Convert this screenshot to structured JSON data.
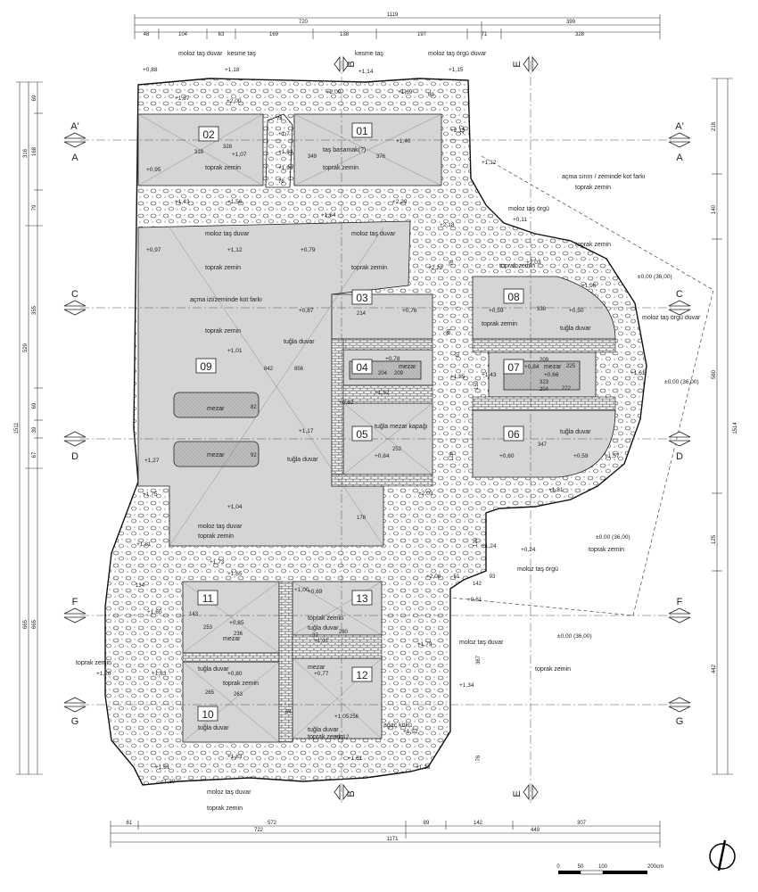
{
  "top_dims": {
    "overall": "1119",
    "left_total": "720",
    "right_total": "399",
    "segments": [
      "48",
      "104",
      "63",
      "169",
      "138",
      "197",
      "71",
      "328"
    ]
  },
  "bottom_dims": {
    "overall": "1171",
    "left_total": "722",
    "right_total": "449",
    "segments": [
      "61",
      "572",
      "89",
      "142",
      "307"
    ]
  },
  "left_dims": {
    "overall": "1511",
    "group_a": "316",
    "group_b": "529",
    "group_c": "665",
    "segments": [
      "69",
      "168",
      "79",
      "355",
      "69",
      "39",
      "67",
      "665"
    ]
  },
  "right_dims": {
    "overall": "1514",
    "segments": [
      "218",
      "140",
      "560",
      "125",
      "442"
    ]
  },
  "middle_dims": [
    "217",
    "78",
    "86",
    "61",
    "159",
    "129",
    "120",
    "367",
    "76",
    "51",
    "142",
    "93"
  ],
  "section_marks": {
    "A_prime": "A'",
    "A": "A",
    "B": "B",
    "C": "C",
    "D": "D",
    "E": "E",
    "F": "F",
    "G": "G"
  },
  "rooms": [
    "01",
    "02",
    "03",
    "04",
    "05",
    "06",
    "07",
    "08",
    "09",
    "10",
    "11",
    "12",
    "13"
  ],
  "labels": {
    "moloz_tas_duvar": "moloz taş duvar",
    "kesme_tas": "kesme taş",
    "moloz_tas_orgu_duvar": "moloz taş örgü duvar",
    "tas_basamak": "taş basamak(?)",
    "toprak_zemin": "toprak zemin",
    "acma_siniri": "açma sınırı / zeminde kot farkı",
    "moloz_tas_orgu": "moloz taş örgü",
    "acma_izi": "açma izi/zeminde kot farkı",
    "tugla_duvar": "tuğla duvar",
    "mezar": "mezar",
    "tugla_mezar_kapagi": "tuğla mezar kapağı",
    "agac_koku": "ağaç kökü"
  },
  "elevations": {
    "e1": "+0,88",
    "e2": "+1,18",
    "e3": "+1,14",
    "e4": "+1,15",
    "e5": "+2,00",
    "e6": "+1,87",
    "e7": "+1,69",
    "e8": "+2,00",
    "e9": "+2,13",
    "e10": "+1,7",
    "e11": "+1,07",
    "e12": "+1,40",
    "e13": "+1,83",
    "e14": "+1,98",
    "e15": "+0,95",
    "e16": "+1,12",
    "e17": "+1,43",
    "e18": "+1,56",
    "e19": "+1,64",
    "e20": "+2,29",
    "e21": "+0,11",
    "e22": "+2,18",
    "e23": "+0,97",
    "e24": "+1,12",
    "e25": "+0,79",
    "e26": "+2,22",
    "e27": "+2,03",
    "e28": "+1,96",
    "e29": "+0,87",
    "e30": "+0,76",
    "e31": "+0,59",
    "e32": "+0,50",
    "e33": "+1,01",
    "e34": "+0,78",
    "e35": "+1,43",
    "e36": "+0,84",
    "e37": "+0,66",
    "e38": "+1,61",
    "e39": "+1,85",
    "e40": "+1,52",
    "e41": "+0,82",
    "e42": "+1,17",
    "e43": "+0,84",
    "e44": "+0,60",
    "e45": "+0,59",
    "e46": "+1,57",
    "e47": "+1,27",
    "e48": "+1,75",
    "e49": "+2,03",
    "e50": "+1,81",
    "e51": "+1,04",
    "e52": "+1,81",
    "e53": "+1,24",
    "e54": "+0,24",
    "e55": "+1,73",
    "e56": "+1,65",
    "e57": "+0,69",
    "e58": "+1,00",
    "e59": "+2,06",
    "e60": "+0,61",
    "e61": "+1,60",
    "e62": "+0,85",
    "e63": "+1,01",
    "e64": "+1,79",
    "e65": "+1,26",
    "e66": "+0,80",
    "e67": "+1,83",
    "e68": "+0,77",
    "e69": "+1,34",
    "e70": "+1,05",
    "e71": "+1,12",
    "e72": "+1,52",
    "e73": "+1,83",
    "e74": "+1,61",
    "e75": "+1,81",
    "e76": "+1,26",
    "e77": "+1,30",
    "d1": "±0,00 (36,00)",
    "d2": "±0,00 (36,00)",
    "d3": "±0,00 (36,00)",
    "d4": "±0,00 (36,00)"
  },
  "room_dims": {
    "r01a": "349",
    "r01b": "376",
    "r02a": "318",
    "r02b": "328",
    "r03": "214",
    "r04a": "204",
    "r04b": "209",
    "r05": "253",
    "r07a": "225",
    "r07b": "209",
    "r07c": "323",
    "r07d": "204",
    "r07e": "222",
    "r08": "338",
    "r06": "347",
    "r09a": "842",
    "r09b": "856",
    "r09c": "178",
    "r09d": "82",
    "r09e": "92",
    "r11a": "253",
    "r11b": "236",
    "r11c": "143",
    "r11d": "134",
    "r10a": "265",
    "r10b": "263",
    "r13a": "280",
    "r13b": "37",
    "r12a": "256",
    "r12b": "64",
    "rx1": "74",
    "rx2": "78",
    "rx3": "69"
  },
  "scale": {
    "t0": "0",
    "t50": "50",
    "t100": "100",
    "t200": "200cm"
  }
}
